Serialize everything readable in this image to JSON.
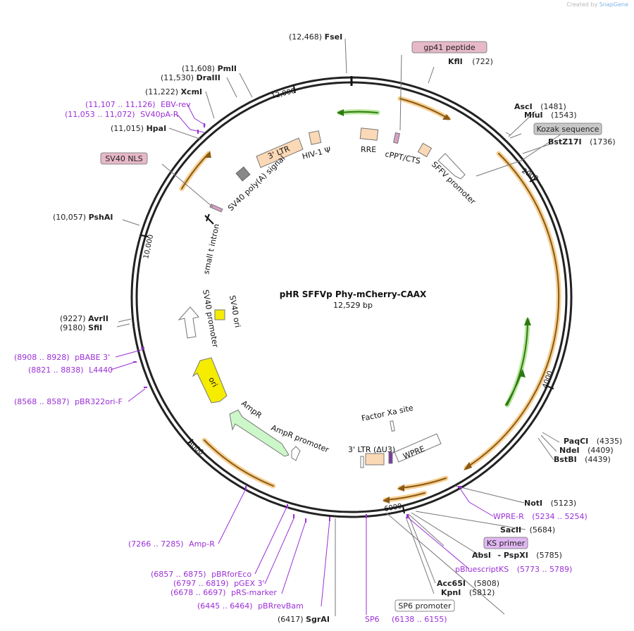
{
  "credit": {
    "prefix": "Created by",
    "brand": "SnapGene"
  },
  "map": {
    "title": "pHR SFFVp Phy-mCherry-CAAX",
    "length": "12,529 bp"
  },
  "ticks": [
    "12,000",
    "2000",
    "4000",
    "6000",
    "8000",
    "10,000"
  ],
  "sites": [
    {
      "pos": "(12,468)",
      "name": "FseI"
    },
    {
      "pos": "(722)",
      "name": "KflI"
    },
    {
      "pos": "(1481)",
      "name": "AscI"
    },
    {
      "pos": "(1543)",
      "name": "MluI"
    },
    {
      "pos": "(1736)",
      "name": "BstZ17I"
    },
    {
      "pos": "(4335)",
      "name": "PaqCI"
    },
    {
      "pos": "(4409)",
      "name": "NdeI"
    },
    {
      "pos": "(4439)",
      "name": "BstBI"
    },
    {
      "pos": "(5123)",
      "name": "NotI"
    },
    {
      "pos": "(5684)",
      "name": "SacII"
    },
    {
      "pos": "(5785)",
      "name": "AbsI"
    },
    {
      "pos": "",
      "name": "- PspXI"
    },
    {
      "pos": "(5808)",
      "name": "Acc65I"
    },
    {
      "pos": "(5812)",
      "name": "KpnI"
    },
    {
      "pos": "(6417)",
      "name": "SgrAI"
    },
    {
      "pos": "(9227)",
      "name": "AvrII"
    },
    {
      "pos": "(9180)",
      "name": "SfiI"
    },
    {
      "pos": "(10,057)",
      "name": "PshAI"
    },
    {
      "pos": "(11,015)",
      "name": "HpaI"
    },
    {
      "pos": "(11,222)",
      "name": "XcmI"
    },
    {
      "pos": "(11,530)",
      "name": "DraIII"
    },
    {
      "pos": "(11,608)",
      "name": "PmlI"
    }
  ],
  "primers": [
    {
      "pos": "(11,107 .. 11,126)",
      "name": "EBV-rev"
    },
    {
      "pos": "(11,053 .. 11,072)",
      "name": "SV40pA-R"
    },
    {
      "pos": "(8908 .. 8928)",
      "name": "pBABE 3'"
    },
    {
      "pos": "(8821 .. 8838)",
      "name": "L4440"
    },
    {
      "pos": "(8568 .. 8587)",
      "name": "pBR322ori-F"
    },
    {
      "pos": "(7266 .. 7285)",
      "name": "Amp-R"
    },
    {
      "pos": "(6857 .. 6875)",
      "name": "pBRforEco"
    },
    {
      "pos": "(6797 .. 6819)",
      "name": "pGEX 3'"
    },
    {
      "pos": "(6678 .. 6697)",
      "name": "pRS-marker"
    },
    {
      "pos": "(6445 .. 6464)",
      "name": "pBRrevBam"
    },
    {
      "pos": "",
      "name": "SP6"
    },
    {
      "pos": "(6138 .. 6155)",
      "name": ""
    },
    {
      "pos": "(5234 .. 5254)",
      "name": "WPRE-R"
    },
    {
      "pos": "(5773 .. 5789)",
      "name": "pBluescriptKS"
    }
  ],
  "boxed_labels": {
    "gp41": "gp41 peptide",
    "kozak": "Kozak sequence",
    "sv40nls": "SV40 NLS",
    "ks_primer": "KS primer",
    "sp6_promoter": "SP6 promoter"
  },
  "features": {
    "rre": "RRE",
    "cppt": "cPPT/CTS",
    "sffv": "SFFV promoter",
    "ltr3": "3' LTR",
    "hiv": "HIV-1 Ψ",
    "sv40pa": "SV40 poly(A) signal",
    "small_t": "small t intron",
    "sv40prom": "SV40 promoter",
    "sv40ori": "SV40 ori",
    "ori": "ori",
    "ampr": "AmpR",
    "ampr_prom": "AmpR promoter",
    "factor_xa": "Factor Xa site",
    "ltr3_du3": "3' LTR (ΔU3)",
    "wpre": "WPRE"
  },
  "colors": {
    "backbone": "#222222",
    "orange_feature": "#f0ac3c",
    "green_feature": "#3aa11d",
    "primer": "#9b2fd6",
    "ltr_fill": "#fcd9b6",
    "ori_fill": "#f5ec00",
    "ampr_fill": "#ccf7c8",
    "boxed_pink": "#e6b8c8",
    "boxed_gray": "#c8c8c8",
    "boxed_violet": "#e0b6f2"
  }
}
